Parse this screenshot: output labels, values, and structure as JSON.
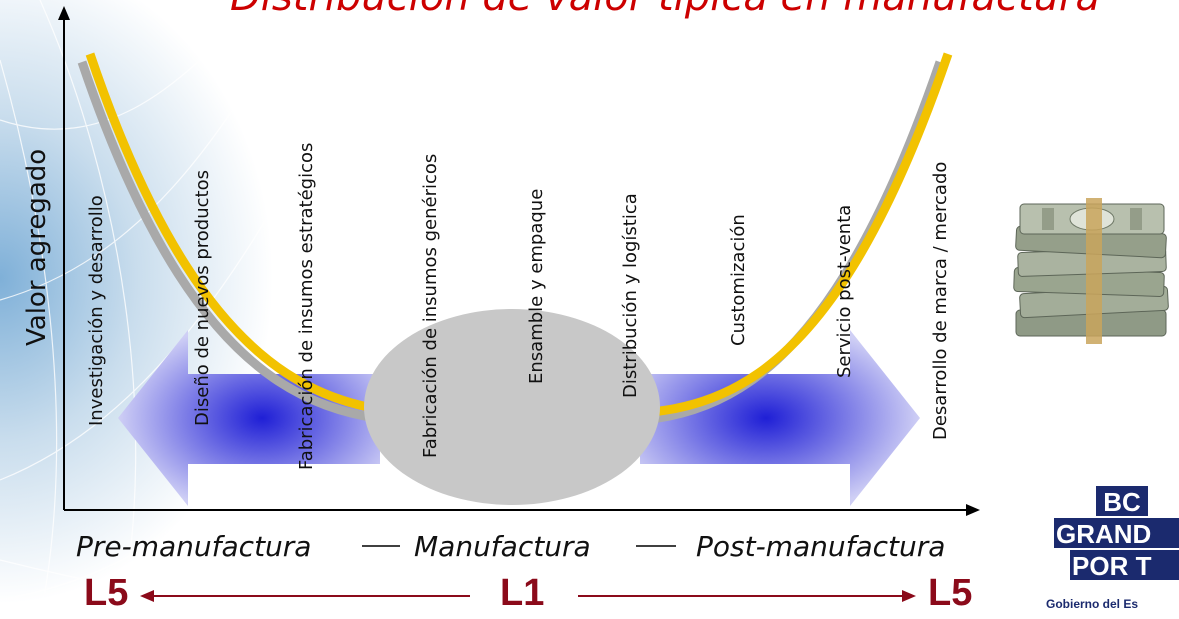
{
  "slide": {
    "title": "Distribución de valor típica en manufactura",
    "y_axis_label": "Valor agregado"
  },
  "activities": [
    "Investigación y desarrollo",
    "Diseño de nuevos productos",
    "Fabricación de insumos estratégicos",
    "Fabricación de insumos genéricos",
    "Ensamble y empaque",
    "Distribución y logística",
    "Customización",
    "Servicio post-venta",
    "Desarrollo de marca / mercado"
  ],
  "stages": {
    "pre": "Pre-manufactura",
    "mid": "Manufactura",
    "post": "Post-manufactura"
  },
  "levels": {
    "left": "L5",
    "center": "L1",
    "right": "L5"
  },
  "logo": {
    "line1": "BC",
    "line2": "GRAND",
    "line3": "POR T",
    "caption": "Gobierno del Es"
  },
  "colors": {
    "title": "#cc0000",
    "curve": "#f2c200",
    "curve_shadow": "#a9a9a9",
    "arrow": "#2a2ad8",
    "ellipse": "#c8c8c8",
    "level": "#8b0a1a"
  }
}
